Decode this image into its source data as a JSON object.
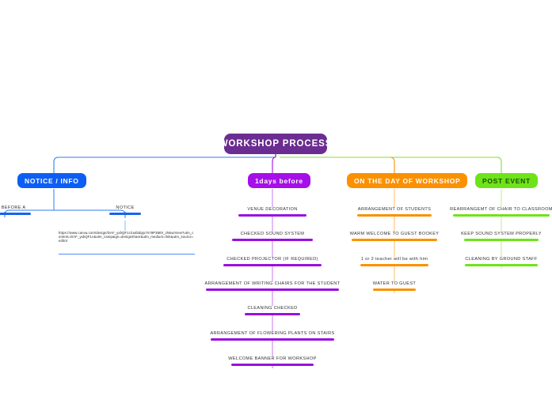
{
  "root": {
    "label": "WORKSHOP PROCESS",
    "color": "#6B2D91"
  },
  "branches": [
    {
      "id": "notice-info",
      "label": "NOTICE / INFO",
      "color": "#0D5EF4",
      "children": [
        {
          "label": "ENTS BEFORE A"
        },
        {
          "label": "NOTICE"
        }
      ]
    },
    {
      "id": "one-day-before",
      "label": "1days before",
      "color": "#A50FE8",
      "children": [
        {
          "label": "VENUE DECORATION"
        },
        {
          "label": "CHECKED SOUND SYSTEM"
        },
        {
          "label": "CHECKED PROJECTOR (IF REQUIRED)"
        },
        {
          "label": "ARRANGEMENT OF WRITING CHAIRS FOR THE STUDENT"
        },
        {
          "label": "CLEANING CHECKED"
        },
        {
          "label": "ARRANGEMENT OF FLOWERING PLANTS ON STAIRS"
        },
        {
          "label": "WELCOME BANNER FOR WORKSHOP"
        }
      ]
    },
    {
      "id": "day-of-workshop",
      "label": "ON THE DAY OF WORKSHOP",
      "color": "#FB9100",
      "children": [
        {
          "label": "ARRANGEMENT OF STUDENTS"
        },
        {
          "label": "WARM WELCOME TO GUEST BOOKEY"
        },
        {
          "label": "1 or 2 teacher will be with him"
        },
        {
          "label": "WATER TO GUEST"
        }
      ]
    },
    {
      "id": "post-event",
      "label": "POST EVENT",
      "color": "#6FE319",
      "children": [
        {
          "label": "REARRANGEMT OF CHAIR TO CLASSROOM"
        },
        {
          "label": "KEEP SOUND SYSTEM PROPERLY"
        },
        {
          "label": "CLEANING BY GROUND STAFF"
        }
      ]
    }
  ],
  "notes": {
    "canva_link": "https://www.canva.com/design/DAF_yxbQF1c/Ia4bdpju7s78P3M0r_zNsw/view?utm_content=DAF_yxbQF1c&utm_campaign=designshare&utm_medium=link&utm_source=editor"
  }
}
